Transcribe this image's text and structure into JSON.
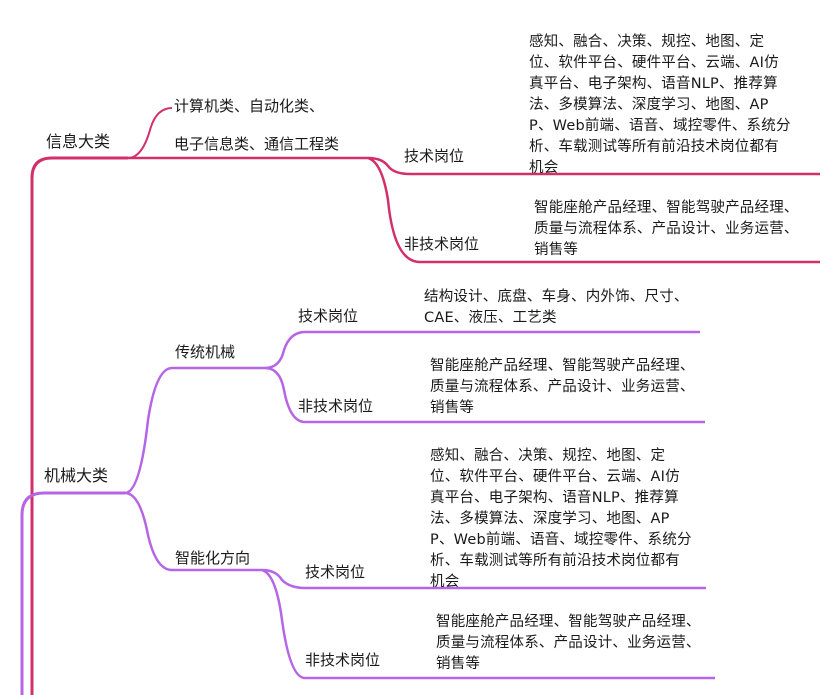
{
  "colors": {
    "info_branch": "#d1306b",
    "mech_branch": "#b565e6"
  },
  "info": {
    "title": "信息大类",
    "majors_line1": "计算机类、自动化类、",
    "majors_line2": "电子信息类、通信工程类",
    "tech": {
      "label": "技术岗位",
      "desc": "感知、融合、决策、规控、地图、定位、软件平台、硬件平台、云端、AI仿真平台、电子架构、语音NLP、推荐算法、多模算法、深度学习、地图、APP、Web前端、语音、域控零件、系统分析、车载测试等所有前沿技术岗位都有机会"
    },
    "nontech": {
      "label": "非技术岗位",
      "desc": "智能座舱产品经理、智能驾驶产品经理、质量与流程体系、产品设计、业务运营、销售等"
    }
  },
  "mech": {
    "title": "机械大类",
    "traditional": {
      "label": "传统机械",
      "tech": {
        "label": "技术岗位",
        "desc": "结构设计、底盘、车身、内外饰、尺寸、CAE、液压、工艺类"
      },
      "nontech": {
        "label": "非技术岗位",
        "desc": "智能座舱产品经理、智能驾驶产品经理、质量与流程体系、产品设计、业务运营、销售等"
      }
    },
    "smart": {
      "label": "智能化方向",
      "tech": {
        "label": "技术岗位",
        "desc": "感知、融合、决策、规控、地图、定位、软件平台、硬件平台、云端、AI仿真平台、电子架构、语音NLP、推荐算法、多模算法、深度学习、地图、APP、Web前端、语音、域控零件、系统分析、车载测试等所有前沿技术岗位都有机会"
      },
      "nontech": {
        "label": "非技术岗位",
        "desc": "智能座舱产品经理、智能驾驶产品经理、质量与流程体系、产品设计、业务运营、销售等"
      }
    }
  }
}
